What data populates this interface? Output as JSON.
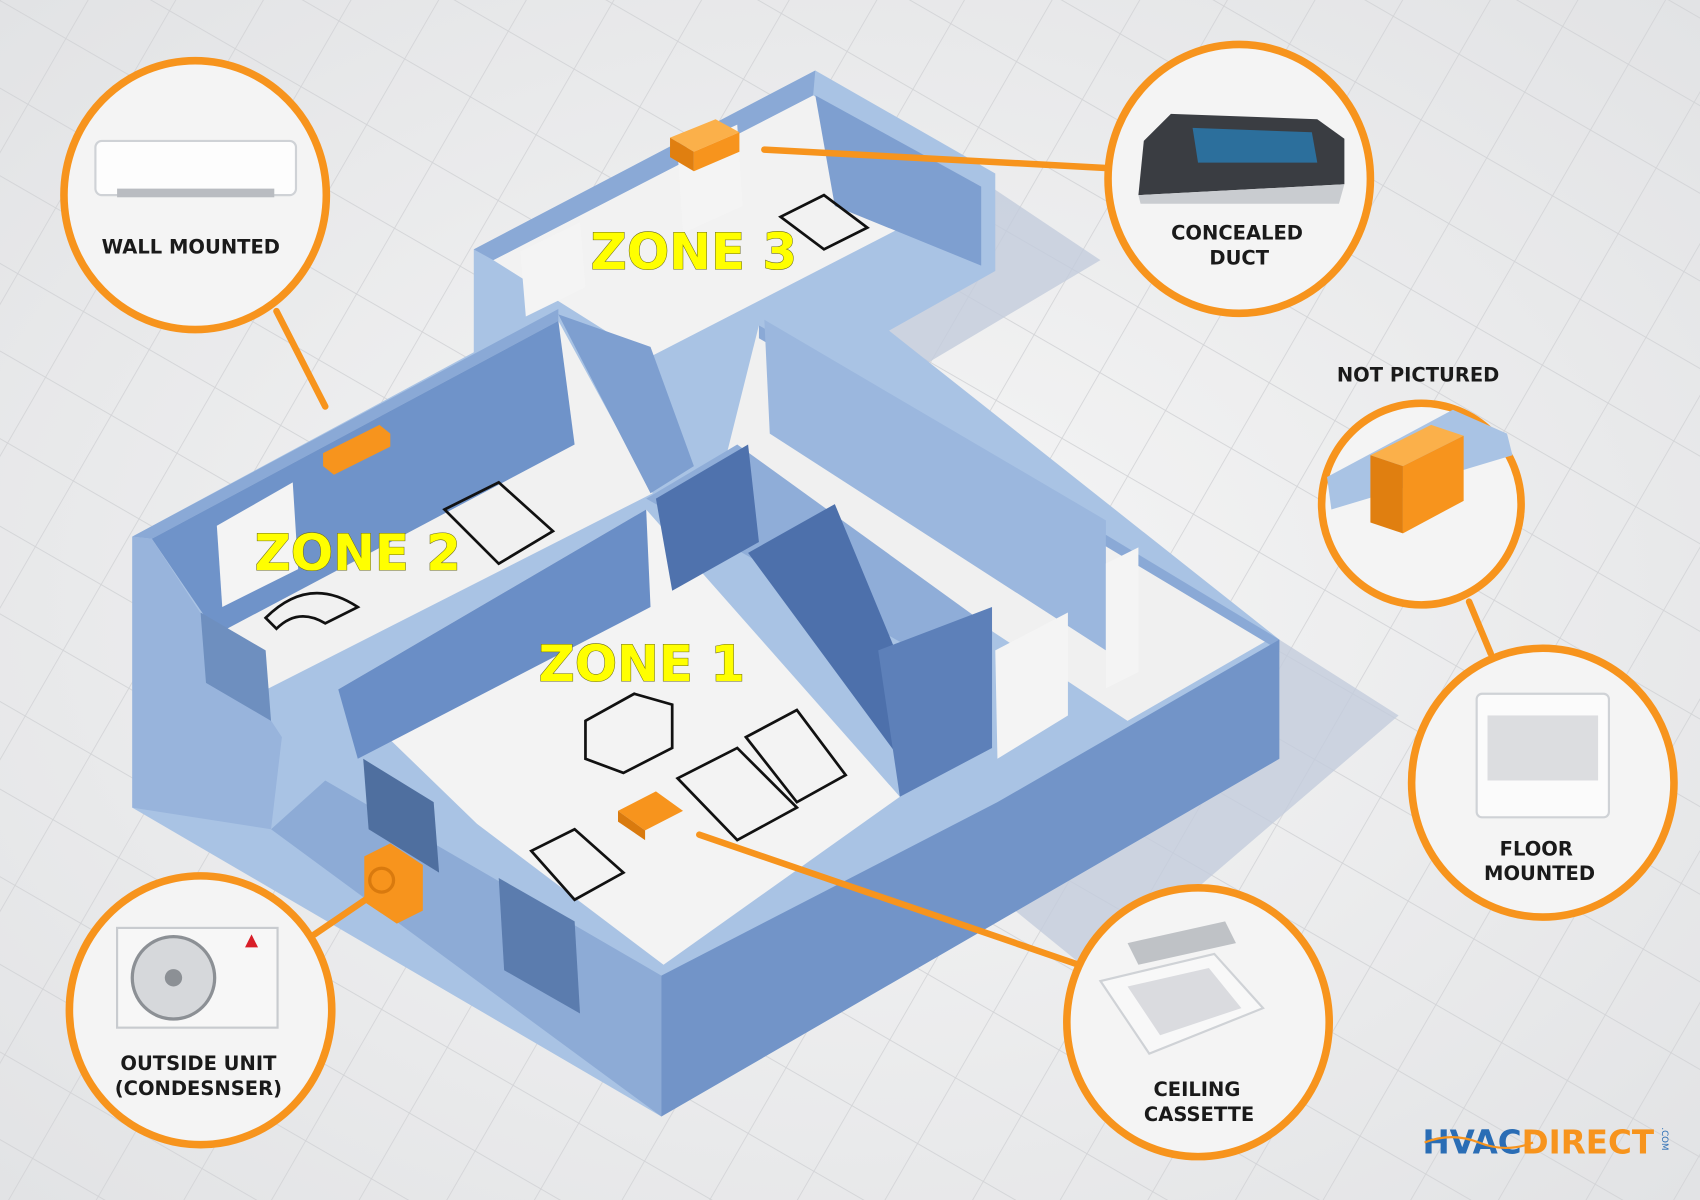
{
  "zones": [
    {
      "label": "ZONE 1"
    },
    {
      "label": "ZONE 2"
    },
    {
      "label": "ZONE 3"
    }
  ],
  "units": {
    "wall_mounted": {
      "lines": [
        "WALL MOUNTED"
      ]
    },
    "concealed_duct": {
      "lines": [
        "CONCEALED",
        "DUCT"
      ]
    },
    "not_pictured_caption": "NOT PICTURED",
    "floor_mounted": {
      "lines": [
        "FLOOR",
        "MOUNTED"
      ]
    },
    "ceiling_cassette": {
      "lines": [
        "CEILING",
        "CASSETTE"
      ]
    },
    "outside_unit": {
      "lines": [
        "OUTSIDE UNIT",
        "(CONDESNSER)"
      ]
    }
  },
  "logo": {
    "part1": "HVAC",
    "part2": "DIRECT",
    "suffix": ".COM"
  },
  "colors": {
    "accent_orange": "#f7941d",
    "zone_yellow": "#ffff00",
    "wall_light": "#a9c3e4",
    "wall_mid": "#7e9fd0",
    "wall_dark": "#5d80b9",
    "logo_blue": "#2a6db5"
  }
}
